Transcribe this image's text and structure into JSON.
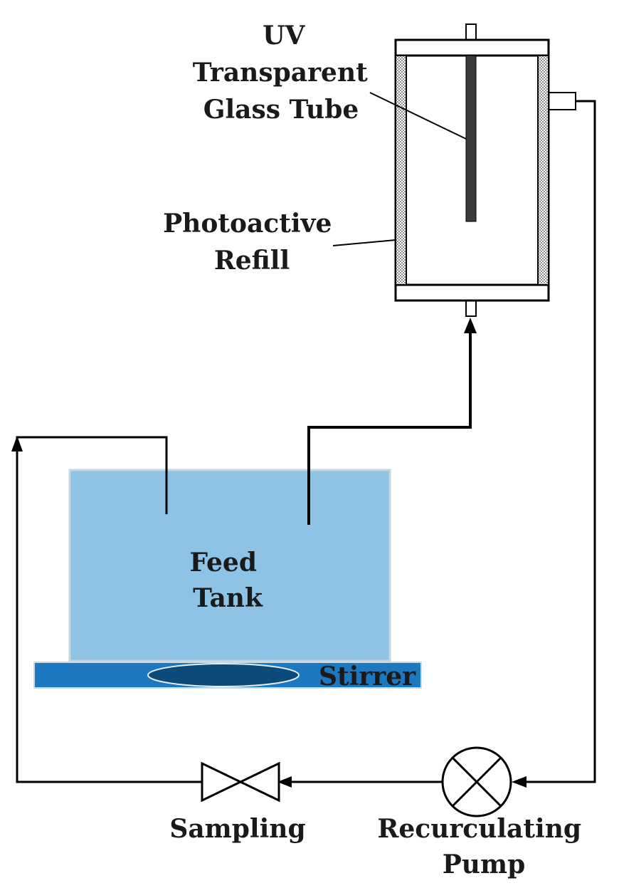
{
  "labels": {
    "uv_tube": [
      "UV",
      "Transparent",
      "Glass Tube"
    ],
    "refill": [
      "Photoactive",
      "Refill"
    ],
    "feed_tank": [
      "Feed",
      "Tank"
    ],
    "stirrer": "Stirrer",
    "sampling": "Sampling",
    "pump": [
      "Recurculating",
      "Pump"
    ]
  },
  "colors": {
    "tank_fill": "#8ec3e6",
    "tank_border": "#c7d5dd",
    "stirrer_plate": "#1c78bf",
    "stirrer_bar": "#0c4a7a",
    "reactor_wall": "#b5b5b5",
    "lamp": "#3a3a3a"
  }
}
